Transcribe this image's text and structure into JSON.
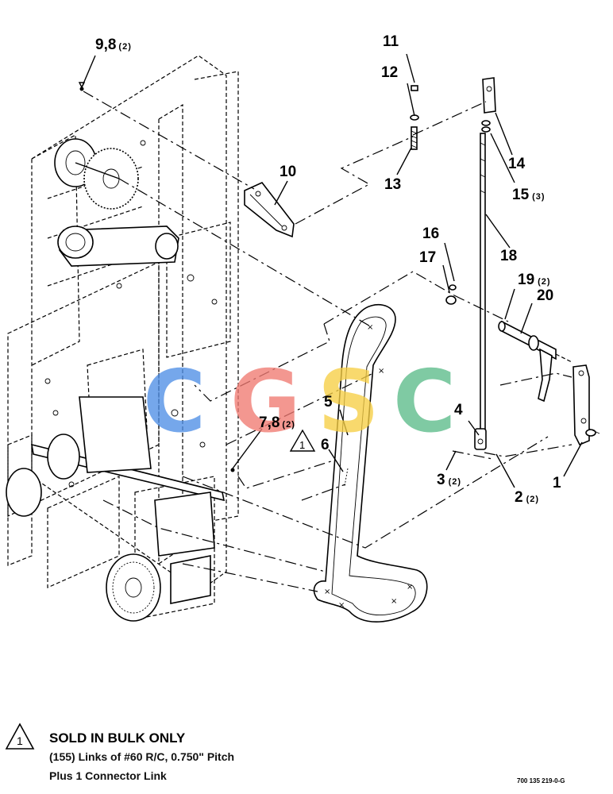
{
  "callouts": {
    "c98": {
      "num": "9,8",
      "qty": "(2)"
    },
    "c11": {
      "num": "11"
    },
    "c12": {
      "num": "12"
    },
    "c13": {
      "num": "13"
    },
    "c10": {
      "num": "10"
    },
    "c14": {
      "num": "14"
    },
    "c15": {
      "num": "15",
      "qty": "(3)"
    },
    "c18": {
      "num": "18"
    },
    "c16": {
      "num": "16"
    },
    "c17": {
      "num": "17"
    },
    "c19": {
      "num": "19",
      "qty": "(2)"
    },
    "c20": {
      "num": "20"
    },
    "c5": {
      "num": "5"
    },
    "c4": {
      "num": "4"
    },
    "c78": {
      "num": "7,8",
      "qty": "(2)"
    },
    "c6": {
      "num": "6"
    },
    "c3": {
      "num": "3",
      "qty": "(2)"
    },
    "c2": {
      "num": "2",
      "qty": "(2)"
    },
    "c1": {
      "num": "1"
    }
  },
  "flag_number": "1",
  "note": {
    "flag": "1",
    "title": "SOLD IN BULK ONLY",
    "line1": "(155) Links of #60 R/C, 0.750\" Pitch",
    "line2": "Plus 1 Connector Link"
  },
  "drawing_number": "700 135 219-0-G",
  "watermark": {
    "letters": [
      "C",
      "G",
      "S",
      "C"
    ],
    "colors": [
      "#4f8fe6",
      "#f07a72",
      "#f7cf45",
      "#5cbc8a"
    ]
  }
}
